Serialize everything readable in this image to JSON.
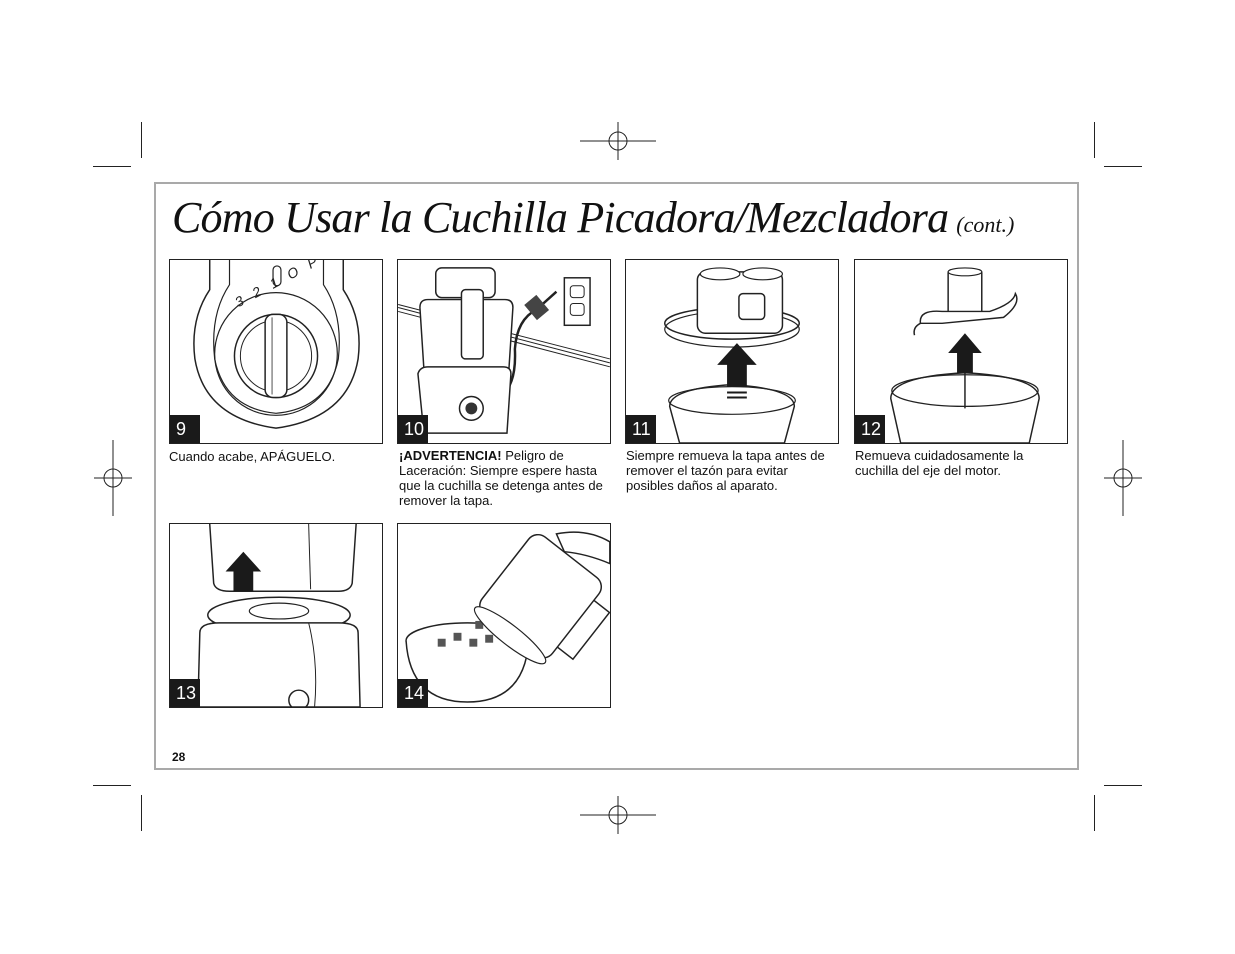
{
  "title": {
    "main": "Cómo Usar la Cuchilla Picadora/Mezcladora",
    "suffix": "(cont.)"
  },
  "steps": [
    {
      "number": "9",
      "caption": "Cuando acabe, APÁGUELO."
    },
    {
      "number": "10",
      "warning_label": "¡ADVERTENCIA!",
      "caption": "Peligro de Laceración: Siempre espere hasta que la cuchilla se detenga antes de remover la tapa."
    },
    {
      "number": "11",
      "caption": "Siempre remueva la tapa antes de remover el tazón para evitar posibles daños al aparato."
    },
    {
      "number": "12",
      "caption": "Remueva cuidadosamente la cuchilla del eje del motor."
    },
    {
      "number": "13",
      "caption": ""
    },
    {
      "number": "14",
      "caption": ""
    }
  ],
  "dial": {
    "labels": "3 2 1 O P"
  },
  "page_number": "28",
  "colors": {
    "frame": "#a9a9a9",
    "number_badge": "#1a1a1a",
    "line_art": "#222222"
  }
}
